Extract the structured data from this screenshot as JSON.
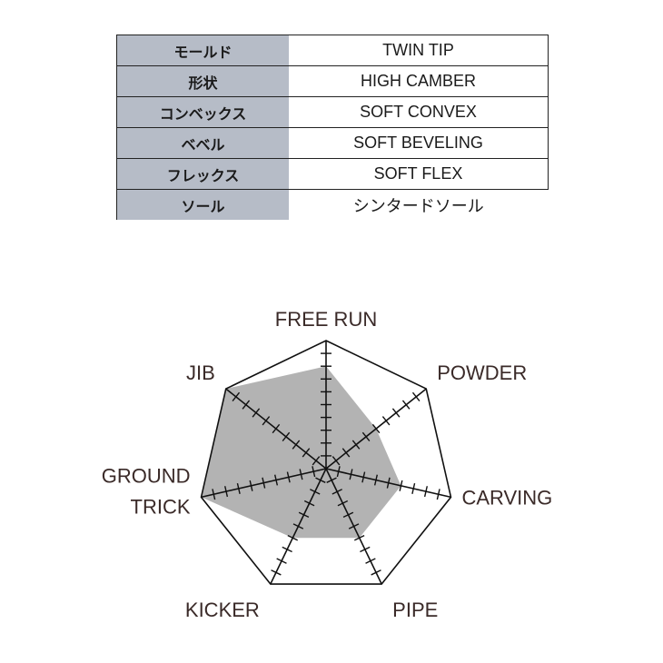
{
  "spec_table": {
    "rows": [
      {
        "key": "モールド",
        "value": "TWIN TIP"
      },
      {
        "key": "形状",
        "value": "HIGH CAMBER"
      },
      {
        "key": "コンベックス",
        "value": "SOFT CONVEX"
      },
      {
        "key": "ベベル",
        "value": "SOFT BEVELING"
      },
      {
        "key": "フレックス",
        "value": "SOFT FLEX"
      },
      {
        "key": "ソール",
        "value": "シンタードソール"
      }
    ]
  },
  "colors": {
    "key_cell_bg": "#b6bcc7",
    "radar_fill": "#b3b3b3",
    "line": "#111111"
  },
  "chart_data": {
    "type": "radar",
    "axes": [
      "FREE RUN",
      "POWDER",
      "CARVING",
      "PIPE",
      "KICKER",
      "GROUND\nTRICK",
      "JIB"
    ],
    "max": 10,
    "values": [
      8,
      5,
      6,
      6,
      6,
      10,
      10
    ]
  }
}
